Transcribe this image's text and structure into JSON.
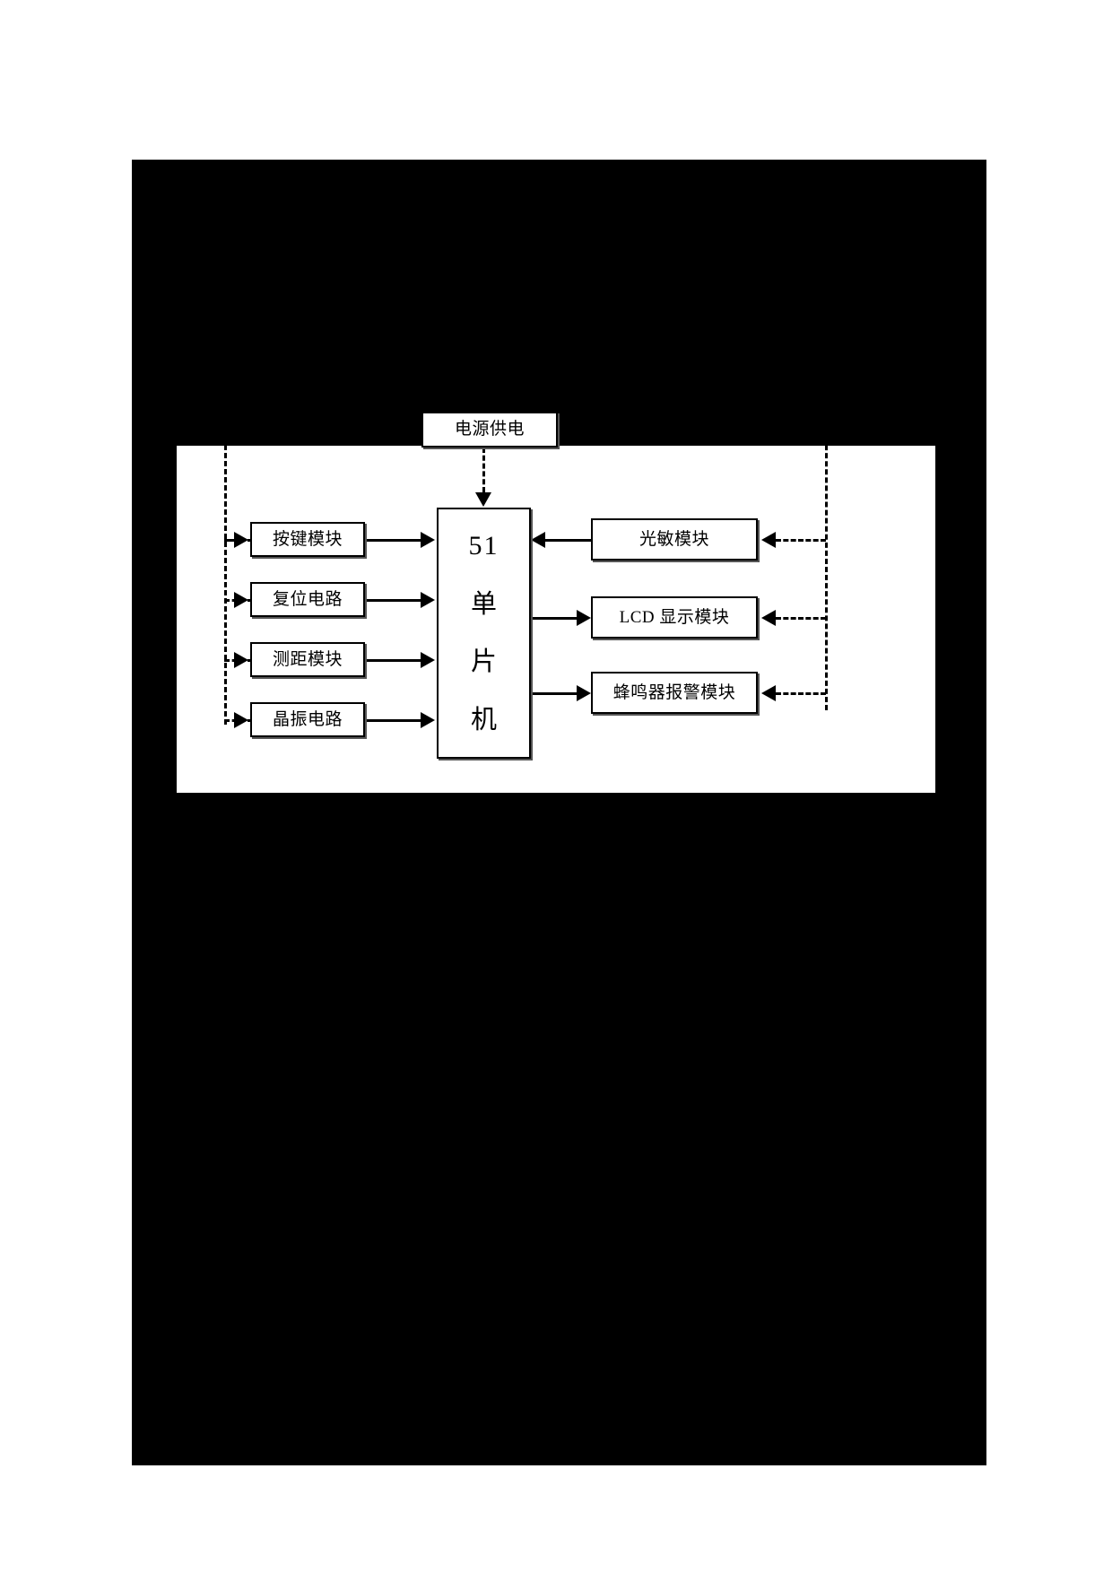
{
  "page": {
    "background_color": "#ffffff",
    "scan_field_color": "#000000",
    "panel_color": "#ffffff"
  },
  "diagram": {
    "type": "block-diagram",
    "title": "",
    "line_color": "#000000",
    "blocks": {
      "power": {
        "label": "电源供电",
        "role": "power-supply"
      },
      "mcu": {
        "label_number": "51",
        "label_lines": [
          "单",
          "片",
          "机"
        ],
        "label_full": "51 单片机",
        "role": "microcontroller"
      },
      "key": {
        "label": "按键模块",
        "role": "key-module"
      },
      "reset": {
        "label": "复位电路",
        "role": "reset-circuit"
      },
      "distance": {
        "label": "测距模块",
        "role": "ranging-module"
      },
      "oscillator": {
        "label": "晶振电路",
        "role": "crystal-oscillator-circuit"
      },
      "photosensor": {
        "label": "光敏模块",
        "role": "photosensitive-module"
      },
      "lcd": {
        "label": "LCD 显示模块",
        "role": "lcd-display-module"
      },
      "buzzer": {
        "label": "蜂鸣器报警模块",
        "role": "buzzer-alarm-module"
      }
    },
    "connections": [
      {
        "from": "power",
        "to": "mcu",
        "style": "dashed",
        "direction": "down"
      },
      {
        "from": "power",
        "to": "key",
        "style": "dashed",
        "direction": "right"
      },
      {
        "from": "power",
        "to": "reset",
        "style": "dashed",
        "direction": "right"
      },
      {
        "from": "power",
        "to": "distance",
        "style": "dashed",
        "direction": "right"
      },
      {
        "from": "power",
        "to": "oscillator",
        "style": "dashed",
        "direction": "right"
      },
      {
        "from": "power",
        "to": "photosensor",
        "style": "dashed",
        "direction": "left"
      },
      {
        "from": "power",
        "to": "lcd",
        "style": "dashed",
        "direction": "left"
      },
      {
        "from": "power",
        "to": "buzzer",
        "style": "dashed",
        "direction": "left"
      },
      {
        "from": "key",
        "to": "mcu",
        "style": "solid",
        "direction": "right"
      },
      {
        "from": "reset",
        "to": "mcu",
        "style": "solid",
        "direction": "right"
      },
      {
        "from": "distance",
        "to": "mcu",
        "style": "solid",
        "direction": "right"
      },
      {
        "from": "oscillator",
        "to": "mcu",
        "style": "solid",
        "direction": "right"
      },
      {
        "from": "photosensor",
        "to": "mcu",
        "style": "solid",
        "direction": "left"
      },
      {
        "from": "mcu",
        "to": "lcd",
        "style": "solid",
        "direction": "right"
      },
      {
        "from": "mcu",
        "to": "buzzer",
        "style": "solid",
        "direction": "right"
      }
    ]
  }
}
